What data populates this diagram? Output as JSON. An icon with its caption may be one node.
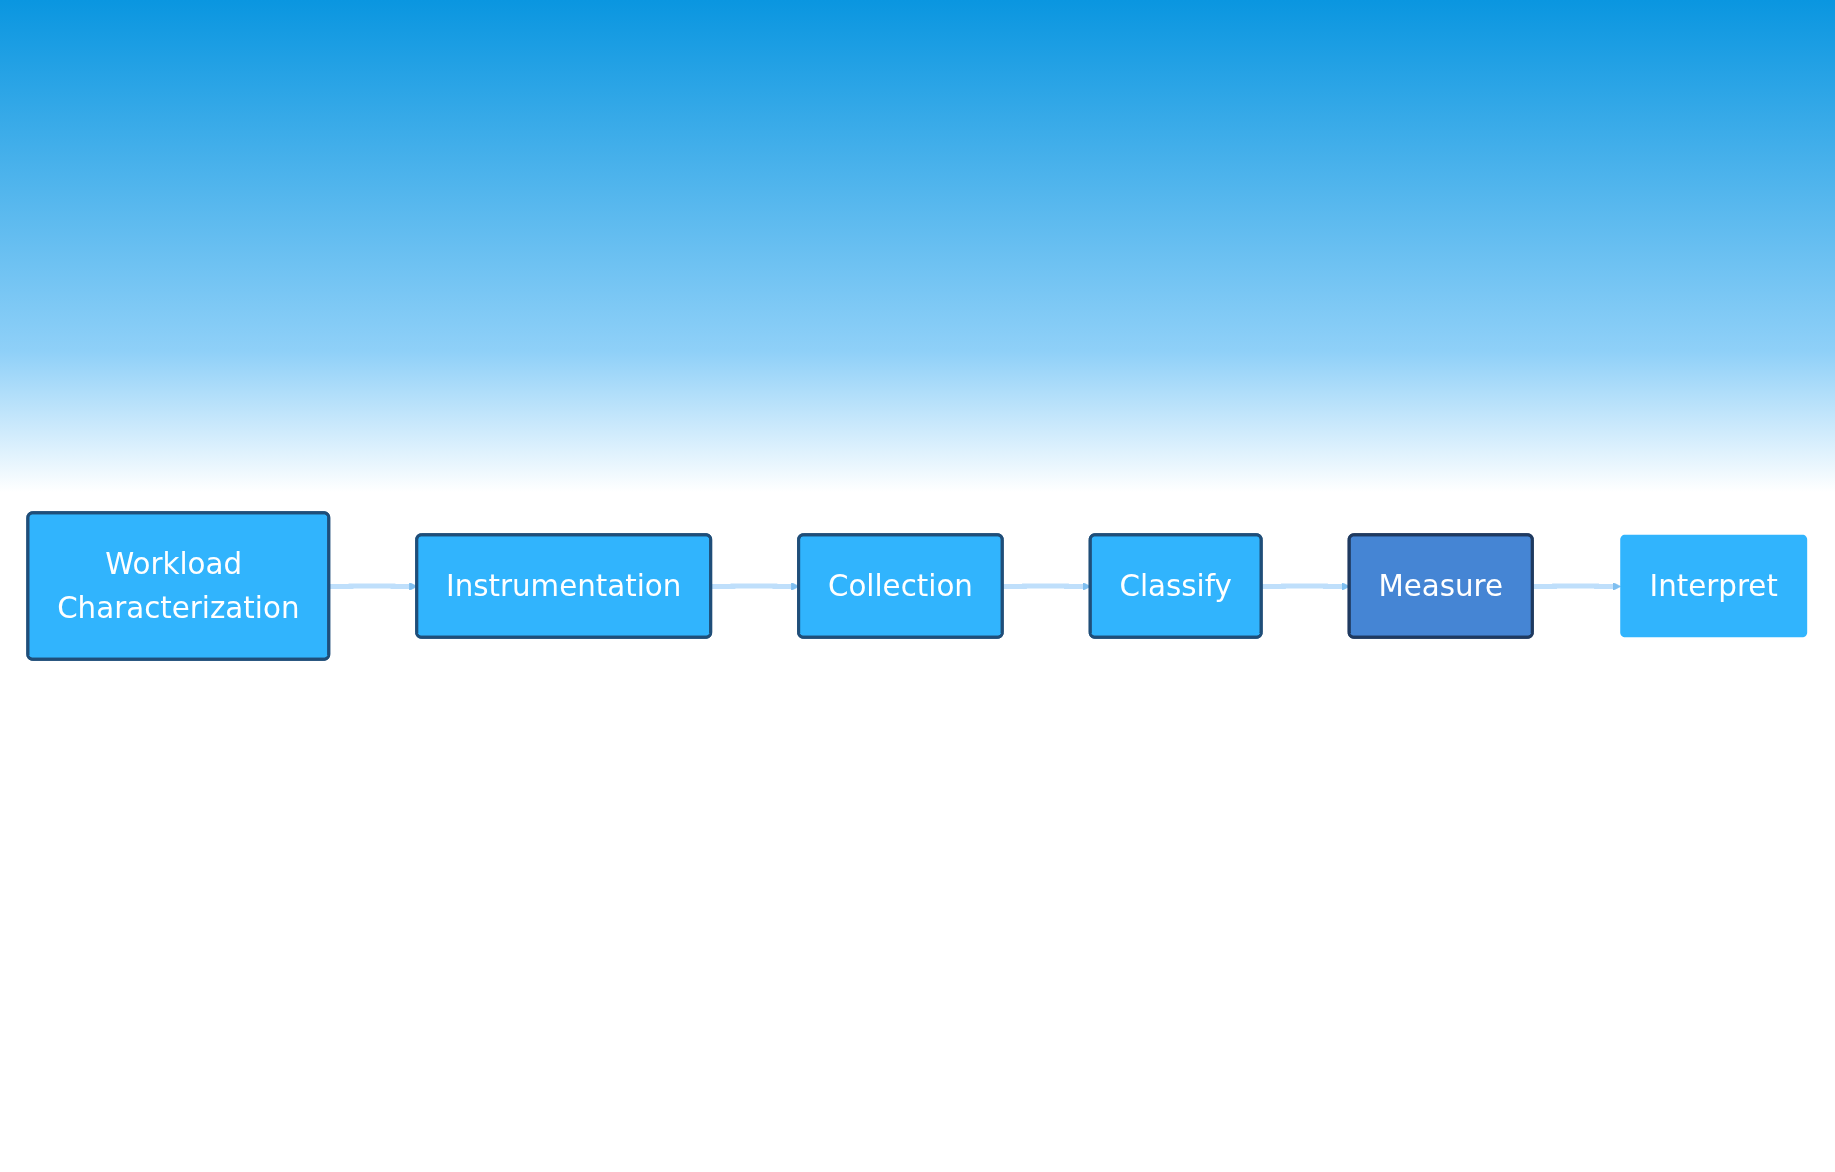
{
  "diagram": {
    "nodes": [
      {
        "text": [
          "Workload Characterization"
        ]
      },
      {
        "text": [
          "Instrumentation"
        ]
      },
      {
        "text": [
          "Collection"
        ]
      },
      {
        "text": [
          "Classify"
        ]
      },
      {
        "text": [
          "Measure"
        ]
      },
      {
        "text": [
          "Interpret"
        ]
      }
    ],
    "edges": [
      {
        "from": 0,
        "to": 1,
        "arrow": "to"
      },
      {
        "from": 1,
        "to": 2,
        "arrow": "to"
      },
      {
        "from": 2,
        "to": 3,
        "arrow": "to"
      },
      {
        "from": 3,
        "to": 4,
        "arrow": "to"
      },
      {
        "from": 4,
        "to": 5,
        "arrow": "to"
      }
    ]
  }
}
